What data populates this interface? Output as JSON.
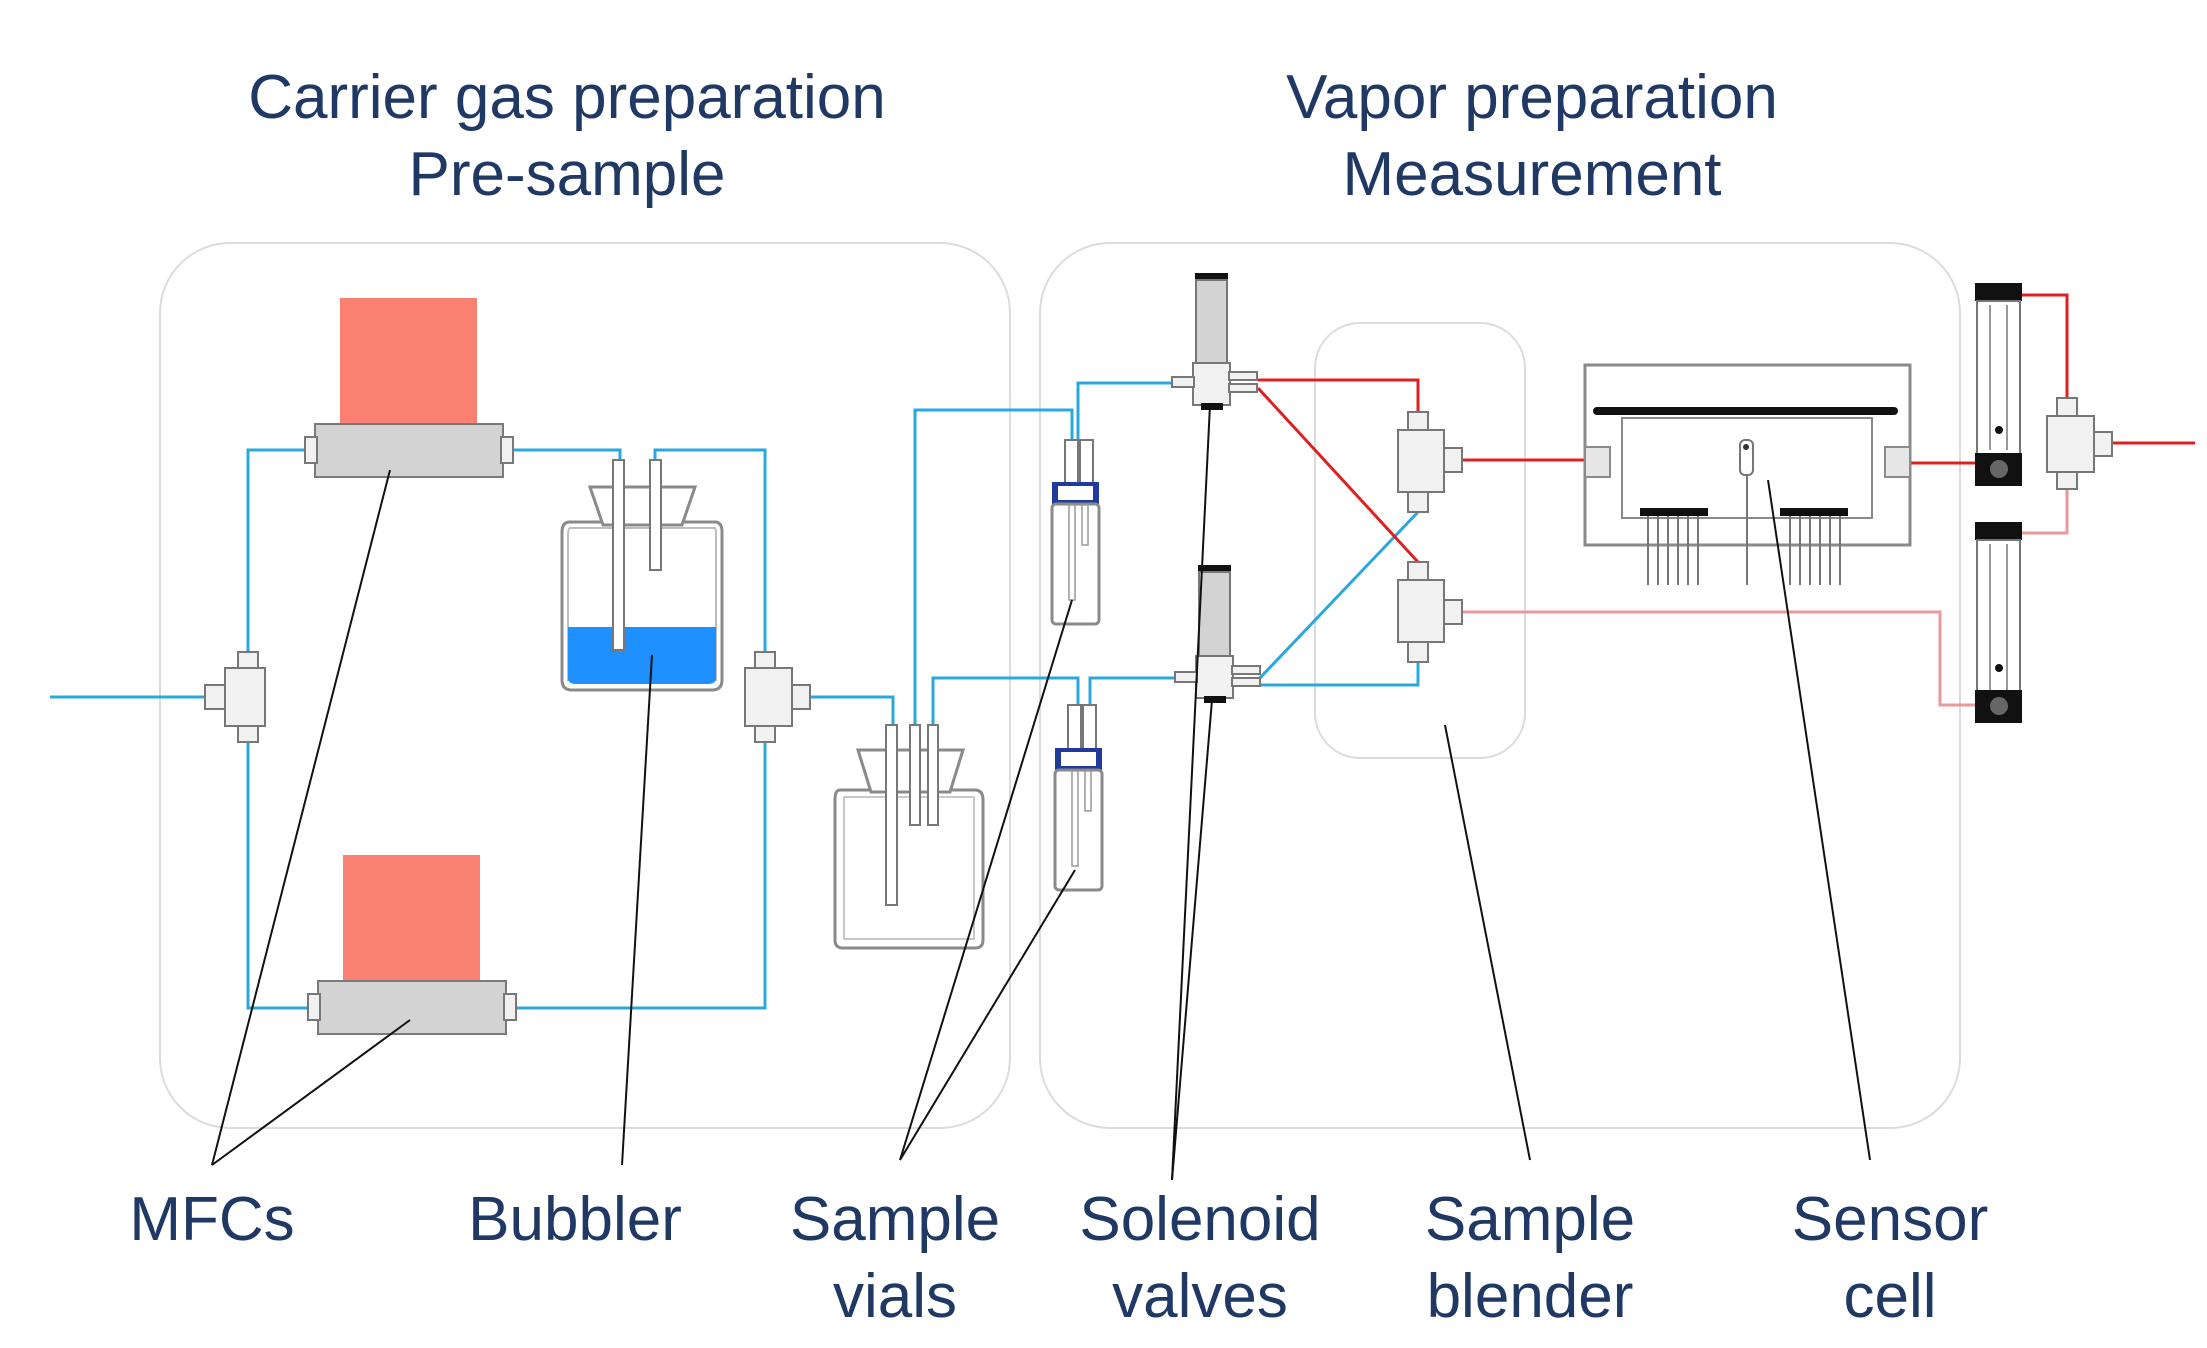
{
  "titles": {
    "left_line1": "Carrier gas preparation",
    "left_line2": "Pre-sample",
    "right_line1": "Vapor preparation",
    "right_line2": "Measurement"
  },
  "labels": {
    "mfcs": "MFCs",
    "bubbler": "Bubbler",
    "sample_vials_line1": "Sample",
    "sample_vials_line2": "vials",
    "solenoid_valves_line1": "Solenoid",
    "solenoid_valves_line2": "valves",
    "sample_blender_line1": "Sample",
    "sample_blender_line2": "blender",
    "sensor_cell_line1": "Sensor",
    "sensor_cell_line2": "cell"
  },
  "colors": {
    "text": "#1f3864",
    "tubing_carrier": "#2aa8dd",
    "tubing_vapor": "#e02020",
    "tubing_reference": "#e89a9a",
    "mfc_body": "#fa8072",
    "liquid": "#1e90ff"
  },
  "components": [
    "mfc",
    "mfc",
    "tee-fitting",
    "tee-fitting",
    "bubbler",
    "trap-bottle",
    "sample-vial",
    "sample-vial",
    "solenoid-valve",
    "solenoid-valve",
    "tee-fitting",
    "tee-fitting",
    "sensor-cell",
    "flow-meter",
    "flow-meter",
    "tee-fitting"
  ]
}
